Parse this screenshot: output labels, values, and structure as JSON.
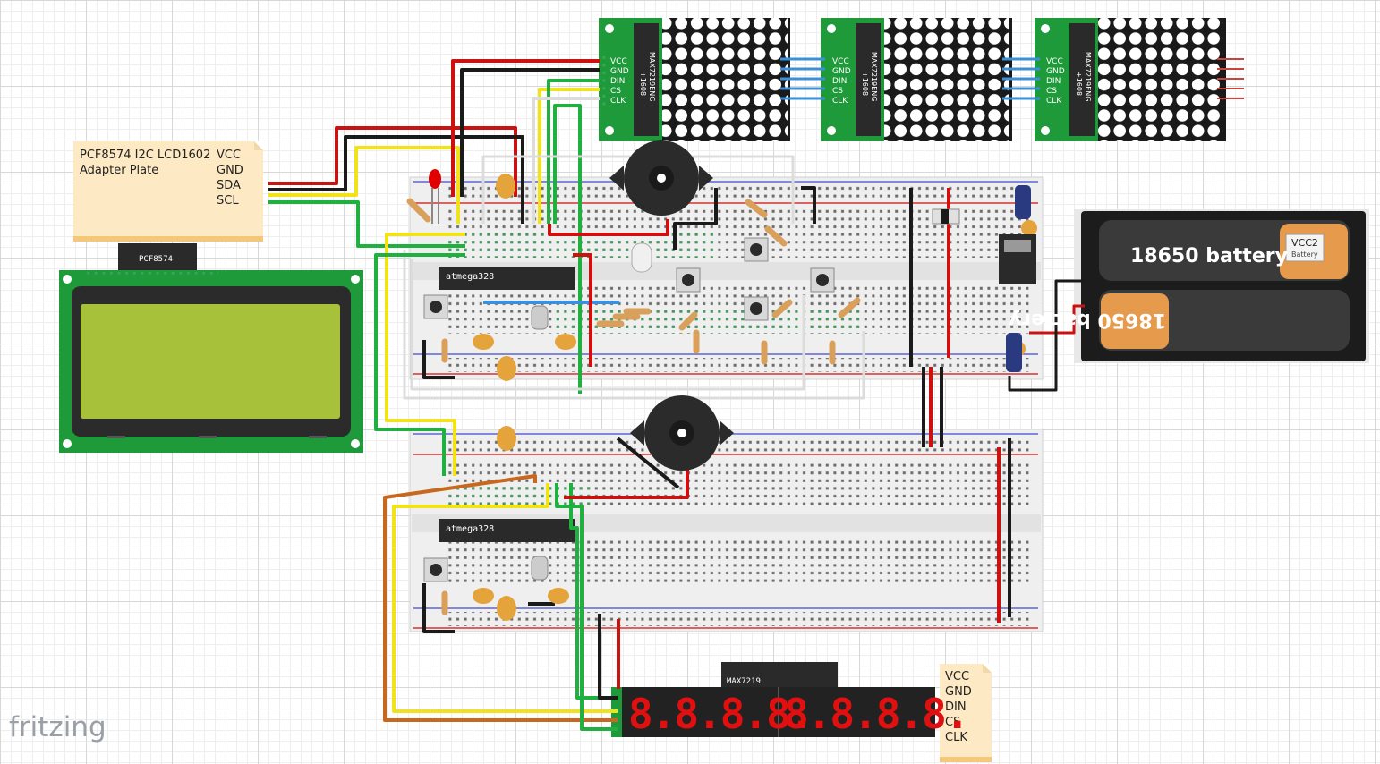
{
  "lcd_note": {
    "title_line1": "PCF8574 I2C LCD1602",
    "title_line2": "Adapter Plate",
    "pins": [
      "VCC",
      "GND",
      "SDA",
      "SCL"
    ]
  },
  "lcd_module": {
    "chip_label": "PCF8574"
  },
  "mcu_top": {
    "label": "atmega328"
  },
  "mcu_bottom": {
    "label": "atmega328"
  },
  "matrix_modules": [
    {
      "pins": [
        "VCC",
        "GND",
        "DIN",
        "CS",
        "CLK"
      ],
      "chip": "MAX7219ENG",
      "code": "+1608"
    },
    {
      "pins": [
        "VCC",
        "GND",
        "DIN",
        "CS",
        "CLK"
      ],
      "chip": "MAX7219ENG",
      "code": "+1608"
    },
    {
      "pins": [
        "VCC",
        "GND",
        "DIN",
        "CS",
        "CLK"
      ],
      "chip": "MAX7219ENG",
      "code": "+1608"
    }
  ],
  "battery": {
    "cell_top": "18650 battery",
    "cell_bottom": "18650 battery",
    "tag_title": "VCC2",
    "tag_sub": "Battery"
  },
  "segment_display": {
    "chip_label": "MAX7219"
  },
  "segment_note": {
    "pins": [
      "VCC",
      "GND",
      "DIN",
      "CS",
      "CLK"
    ]
  },
  "watermark": "fritzing",
  "colors": {
    "board_green": "#1f9a3a",
    "lcd_screen": "#a7c23a",
    "wire_red": "#cc1111",
    "wire_black": "#1a1a1a",
    "wire_yellow": "#f2e21a",
    "wire_green": "#20b040",
    "wire_orange": "#c8671e",
    "wire_white": "#dcdcdc",
    "led_red": "#e00000"
  }
}
